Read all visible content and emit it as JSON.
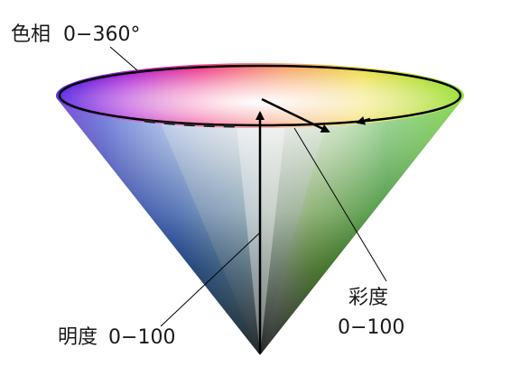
{
  "labels": {
    "hue_name": "色相",
    "hue_range": "0−360°",
    "saturation_name": "彩度",
    "saturation_range": "0−100",
    "value_name": "明度",
    "value_range": "0−100"
  },
  "colors": {
    "cone_left_dark": "#1a2a8c",
    "cone_blue": "#3c6cf0",
    "cone_cyan": "#5ab4f0",
    "cone_green": "#4cc83c",
    "cone_green_dark": "#1e6e12",
    "top_rim": "#000000",
    "white_center": "#ffffff"
  }
}
